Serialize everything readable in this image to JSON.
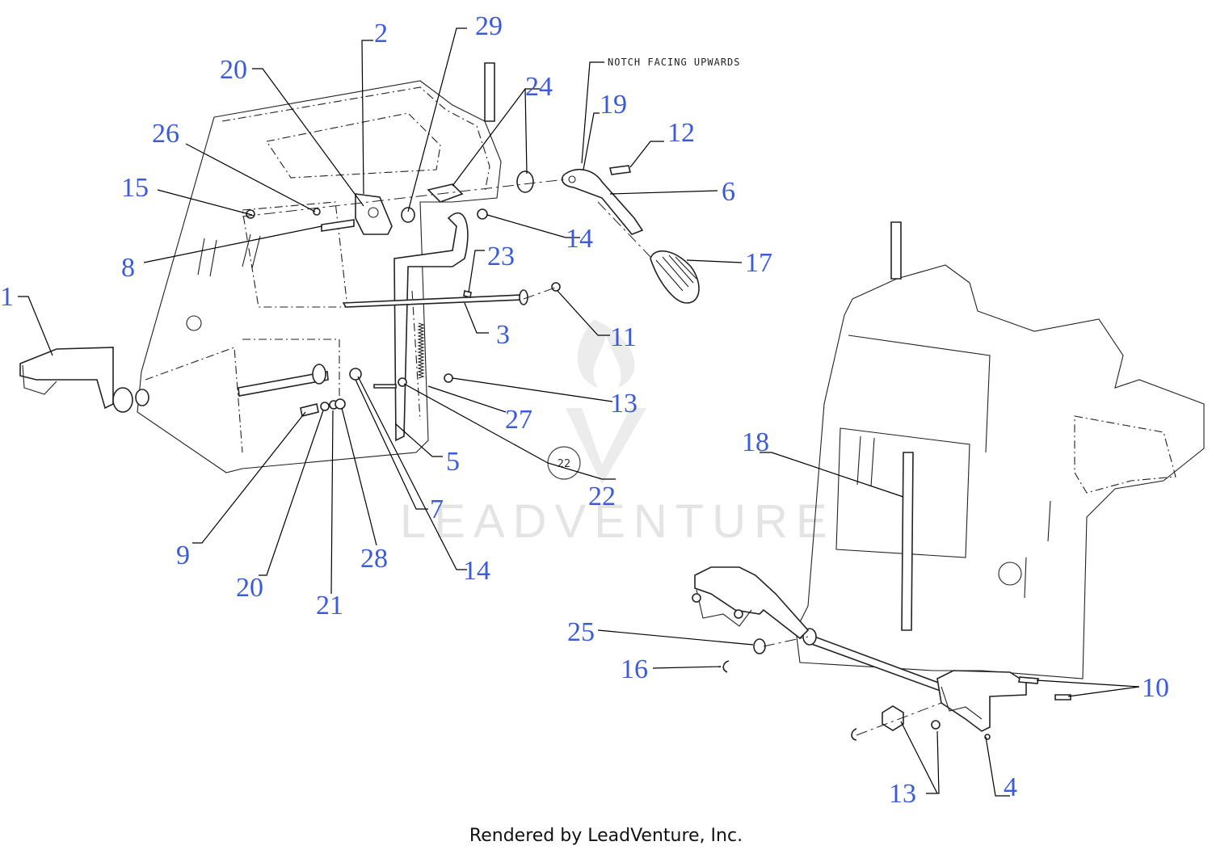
{
  "watermark": {
    "brand": "LEADVENTURE"
  },
  "footer": {
    "text": "Rendered by LeadVenture, Inc."
  },
  "note": {
    "text": "NOTCH FACING UPWARDS"
  },
  "reference_bubble": {
    "label": "22"
  },
  "callouts": {
    "c1": "1",
    "c2": "2",
    "c3": "3",
    "c4": "4",
    "c5": "5",
    "c6": "6",
    "c7": "7",
    "c8": "8",
    "c9": "9",
    "c10": "10",
    "c11": "11",
    "c12": "12",
    "c13a": "13",
    "c13b": "13",
    "c14a": "14",
    "c14b": "14",
    "c15": "15",
    "c16": "16",
    "c17": "17",
    "c18": "18",
    "c19": "19",
    "c20a": "20",
    "c20b": "20",
    "c21": "21",
    "c22": "22",
    "c23": "23",
    "c24": "24",
    "c25": "25",
    "c26": "26",
    "c27": "27",
    "c28": "28",
    "c29": "29"
  }
}
